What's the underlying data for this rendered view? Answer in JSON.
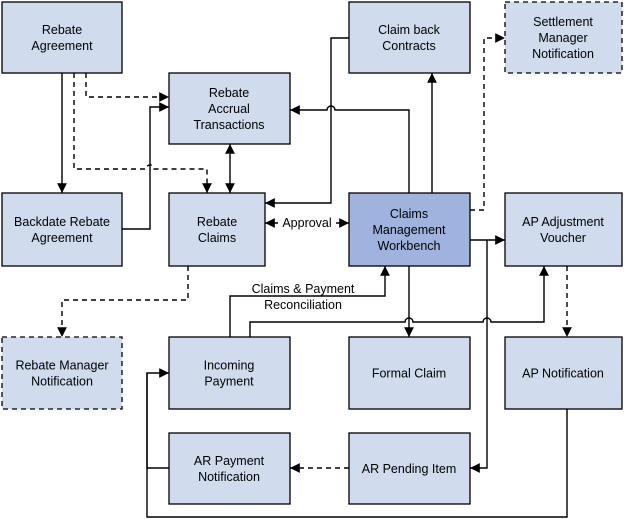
{
  "colors": {
    "box_fill": "#d0dbee",
    "box_highlight_fill": "#9fb3de",
    "line": "#000000",
    "background": "#ffffff"
  },
  "nodes": {
    "rebate_agreement": "Rebate Agreement",
    "claim_back_contracts": "Claim back Contracts",
    "settlement_manager_notification": "Settlement Manager Notification",
    "rebate_accrual_transactions": "Rebate Accrual Transactions",
    "backdate_rebate_agreement": "Backdate Rebate Agreement",
    "rebate_claims": "Rebate Claims",
    "claims_management_workbench": "Claims Management Workbench",
    "ap_adjustment_voucher": "AP Adjustment Voucher",
    "rebate_manager_notification": "Rebate Manager Notification",
    "incoming_payment": "Incoming Payment",
    "formal_claim": "Formal Claim",
    "ap_notification": "AP Notification",
    "ar_payment_notification": "AR Payment Notification",
    "ar_pending_item": "AR Pending Item"
  },
  "edge_labels": {
    "approval": "Approval",
    "reconciliation": "Claims & Payment Reconciliation"
  }
}
